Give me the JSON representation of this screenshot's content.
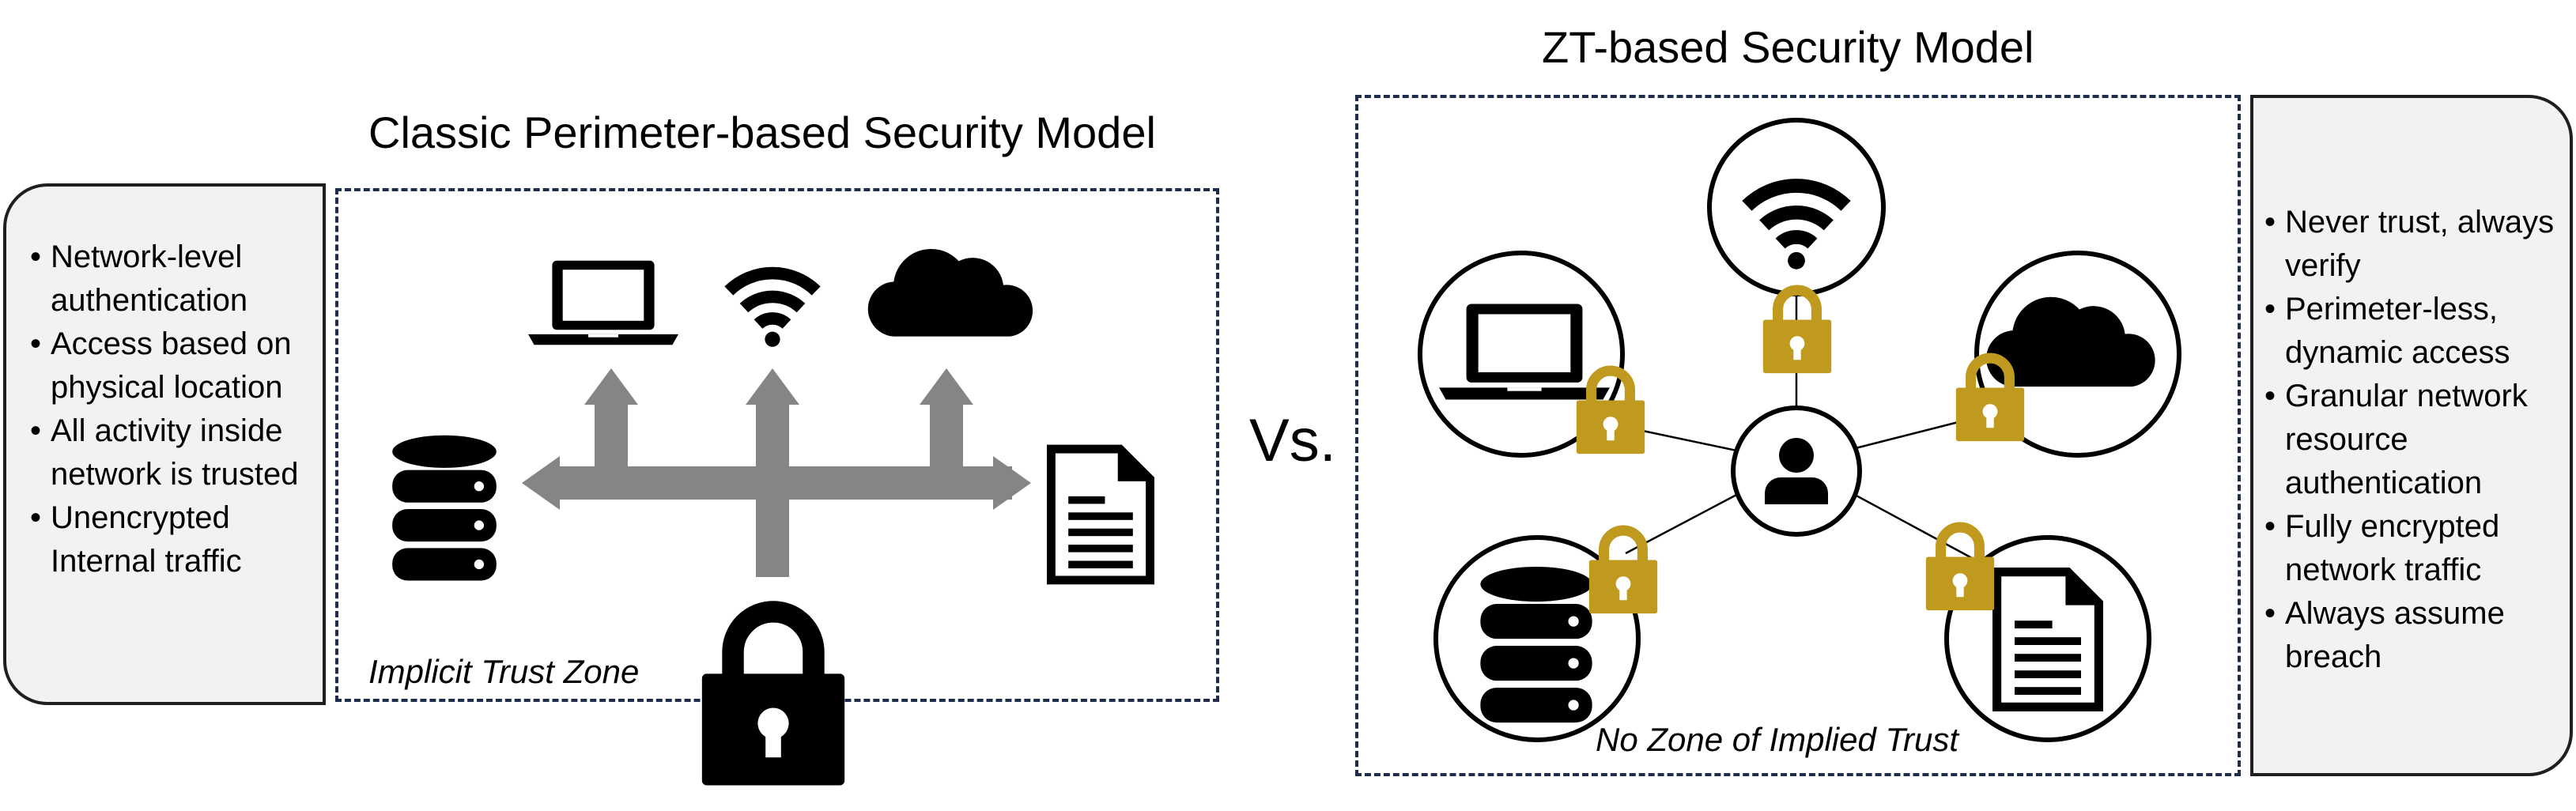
{
  "classic": {
    "title": "Classic Perimeter-based Security Model",
    "bullets": [
      "Network-level authentication",
      "Access based on physical location",
      "All activity inside network is trusted",
      "Unencrypted Internal traffic"
    ],
    "zone_label": "Implicit Trust Zone"
  },
  "vs_label": "Vs.",
  "zt": {
    "title": "ZT-based Security Model",
    "bullets": [
      "Never trust, always verify",
      "Perimeter-less, dynamic access",
      "Granular network resource authentication",
      "Fully encrypted network traffic",
      "Always assume breach"
    ],
    "zone_label": "No Zone of Implied Trust"
  },
  "colors": {
    "lock_gold": "#c09a1e",
    "arrow_gray": "#858585",
    "dash_navy": "#1f2d4d",
    "panel_fill": "#f2f2f2"
  },
  "icons": [
    "laptop-icon",
    "wifi-icon",
    "cloud-icon",
    "database-icon",
    "document-icon",
    "padlock-icon",
    "user-icon"
  ]
}
